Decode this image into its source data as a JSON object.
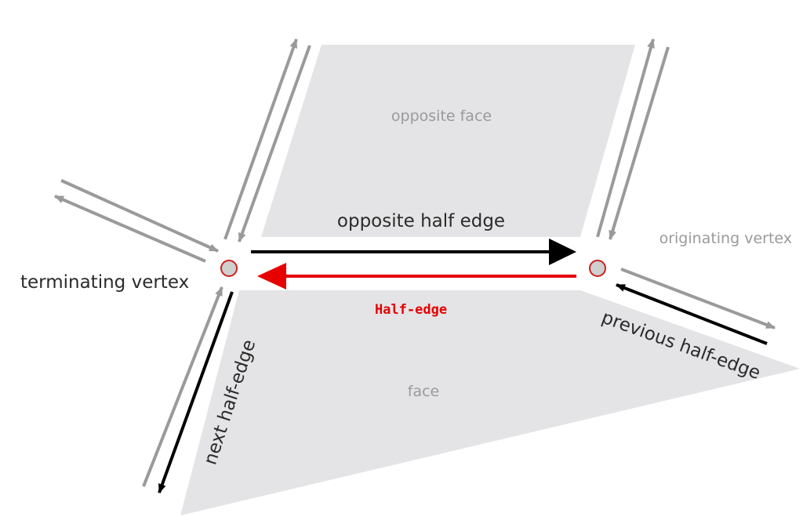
{
  "labels": {
    "opposite_face": "opposite face",
    "face": "face",
    "opposite_half_edge": "opposite half edge",
    "half_edge": "Half-edge",
    "originating_vertex": "originating vertex",
    "terminating_vertex": "terminating vertex",
    "previous_half_edge": "previous half-edge",
    "next_half_edge": "next half-edge"
  },
  "colors": {
    "face_fill": "#e4e4e6",
    "grey_arrow": "#9a9a9a",
    "black_arrow": "#000000",
    "half_edge": "#e60000",
    "vertex_fill": "#cfcfcf",
    "vertex_stroke": "#d01f1f"
  }
}
